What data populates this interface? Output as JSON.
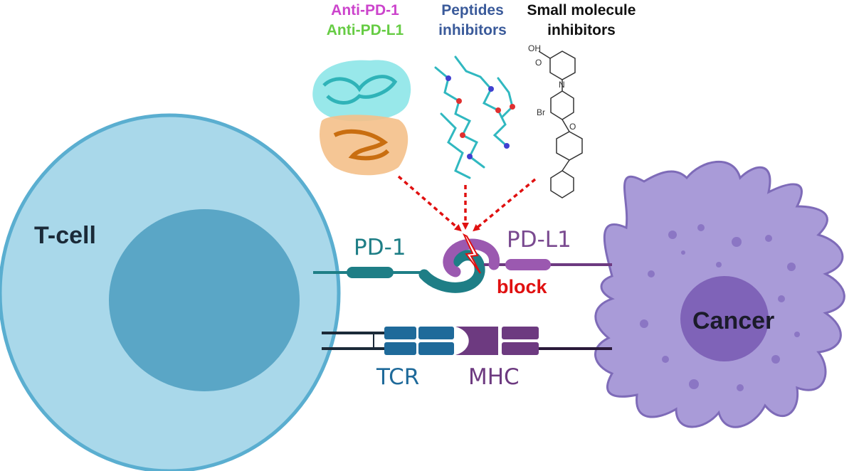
{
  "headers": {
    "anti_pd1": "Anti-PD-1",
    "anti_pdl1": "Anti-PD-L1",
    "peptides_line1": "Peptides",
    "peptides_line2": "inhibitors",
    "small_line1": "Small molecule",
    "small_line2": "inhibitors"
  },
  "labels": {
    "tcell": "T-cell",
    "cancer": "Cancer",
    "pd1": "PD-1",
    "pdl1": "PD-L1",
    "block": "block",
    "tcr": "TCR",
    "mhc": "MHC"
  },
  "molecule_atoms": {
    "oh": "OH",
    "o_carbonyl": "O",
    "n": "N",
    "br": "Br",
    "o_ether": "O"
  },
  "colors": {
    "anti_pd1": "#cc44cc",
    "anti_pdl1": "#66cc44",
    "peptides": "#3a5a9a",
    "small_molecule": "#111111",
    "tcell_outer": "#a9d8ea",
    "tcell_outer_stroke": "#5aaed0",
    "tcell_nucleus": "#5aa6c6",
    "cancer_body": "#a99bd8",
    "cancer_stroke": "#7e6bb8",
    "cancer_nucleus": "#7f63b8",
    "pd1": "#1e7e86",
    "pdl1": "#9b59b0",
    "tcr": "#1f6a9a",
    "mhc": "#6d3a80",
    "block": "#e01010",
    "arrow": "#e01010"
  }
}
